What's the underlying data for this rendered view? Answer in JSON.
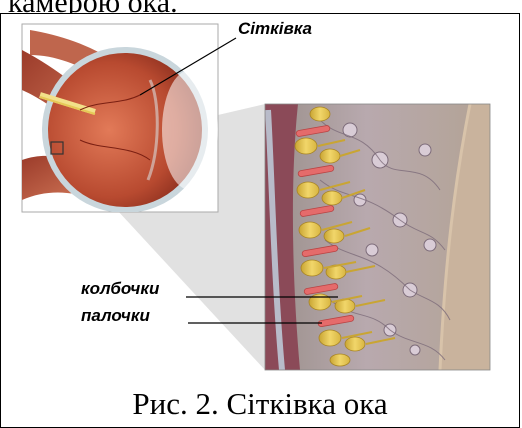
{
  "page": {
    "top_text": "камерою ока.",
    "caption": "Рис. 2. Сітківка ока"
  },
  "figure": {
    "label_retina": "Сітківка",
    "label_cones": "колбочки",
    "label_rods": "палочки"
  }
}
